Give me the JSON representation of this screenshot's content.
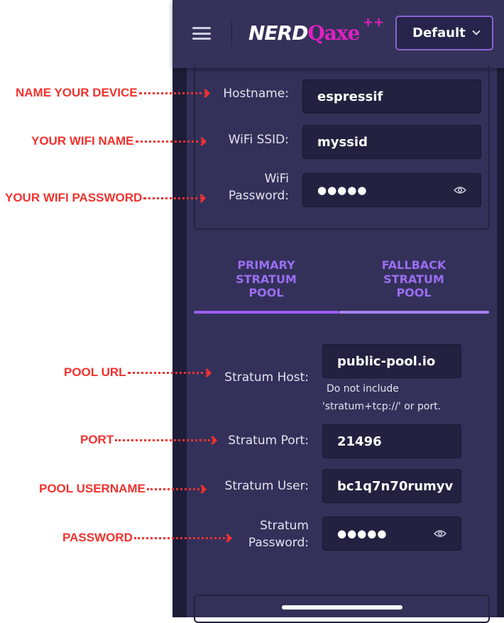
{
  "header": {
    "logo_text": "NERDQaxe++",
    "logo_part1": "NERD",
    "logo_part2": "Qaxe",
    "logo_sup": "++",
    "theme_select": "Default"
  },
  "wifi": {
    "hostname_label": "Hostname:",
    "hostname_value": "espressif",
    "ssid_label": "WiFi SSID:",
    "ssid_value": "myssid",
    "password_label_1": "WiFi",
    "password_label_2": "Password:",
    "password_value": "●●●●●"
  },
  "tabs": [
    {
      "line1": "PRIMARY",
      "line2": "STRATUM",
      "line3": "POOL"
    },
    {
      "line1": "FALLBACK",
      "line2": "STRATUM",
      "line3": "POOL"
    }
  ],
  "stratum": {
    "host_label": "Stratum Host:",
    "host_value": "public-pool.io",
    "host_hint_1": "Do not include",
    "host_hint_2": "'stratum+tcp://' or port.",
    "port_label": "Stratum Port:",
    "port_value": "21496",
    "user_label": "Stratum User:",
    "user_value": "bc1q7n70rumyv",
    "password_label_1": "Stratum",
    "password_label_2": "Password:",
    "password_value": "●●●●●"
  },
  "annotations": {
    "device": "NAME YOUR DEVICE",
    "wifi_name": "YOUR WIFI NAME",
    "wifi_password": "YOUR WIFI PASSWORD",
    "pool_url": "POOL URL",
    "port": "PORT",
    "pool_username": "POOL USERNAME",
    "password": "PASSWORD"
  },
  "colors": {
    "annotation": "#f2322e",
    "accent": "#9b6ef0",
    "logo_pink": "#e020c0"
  }
}
